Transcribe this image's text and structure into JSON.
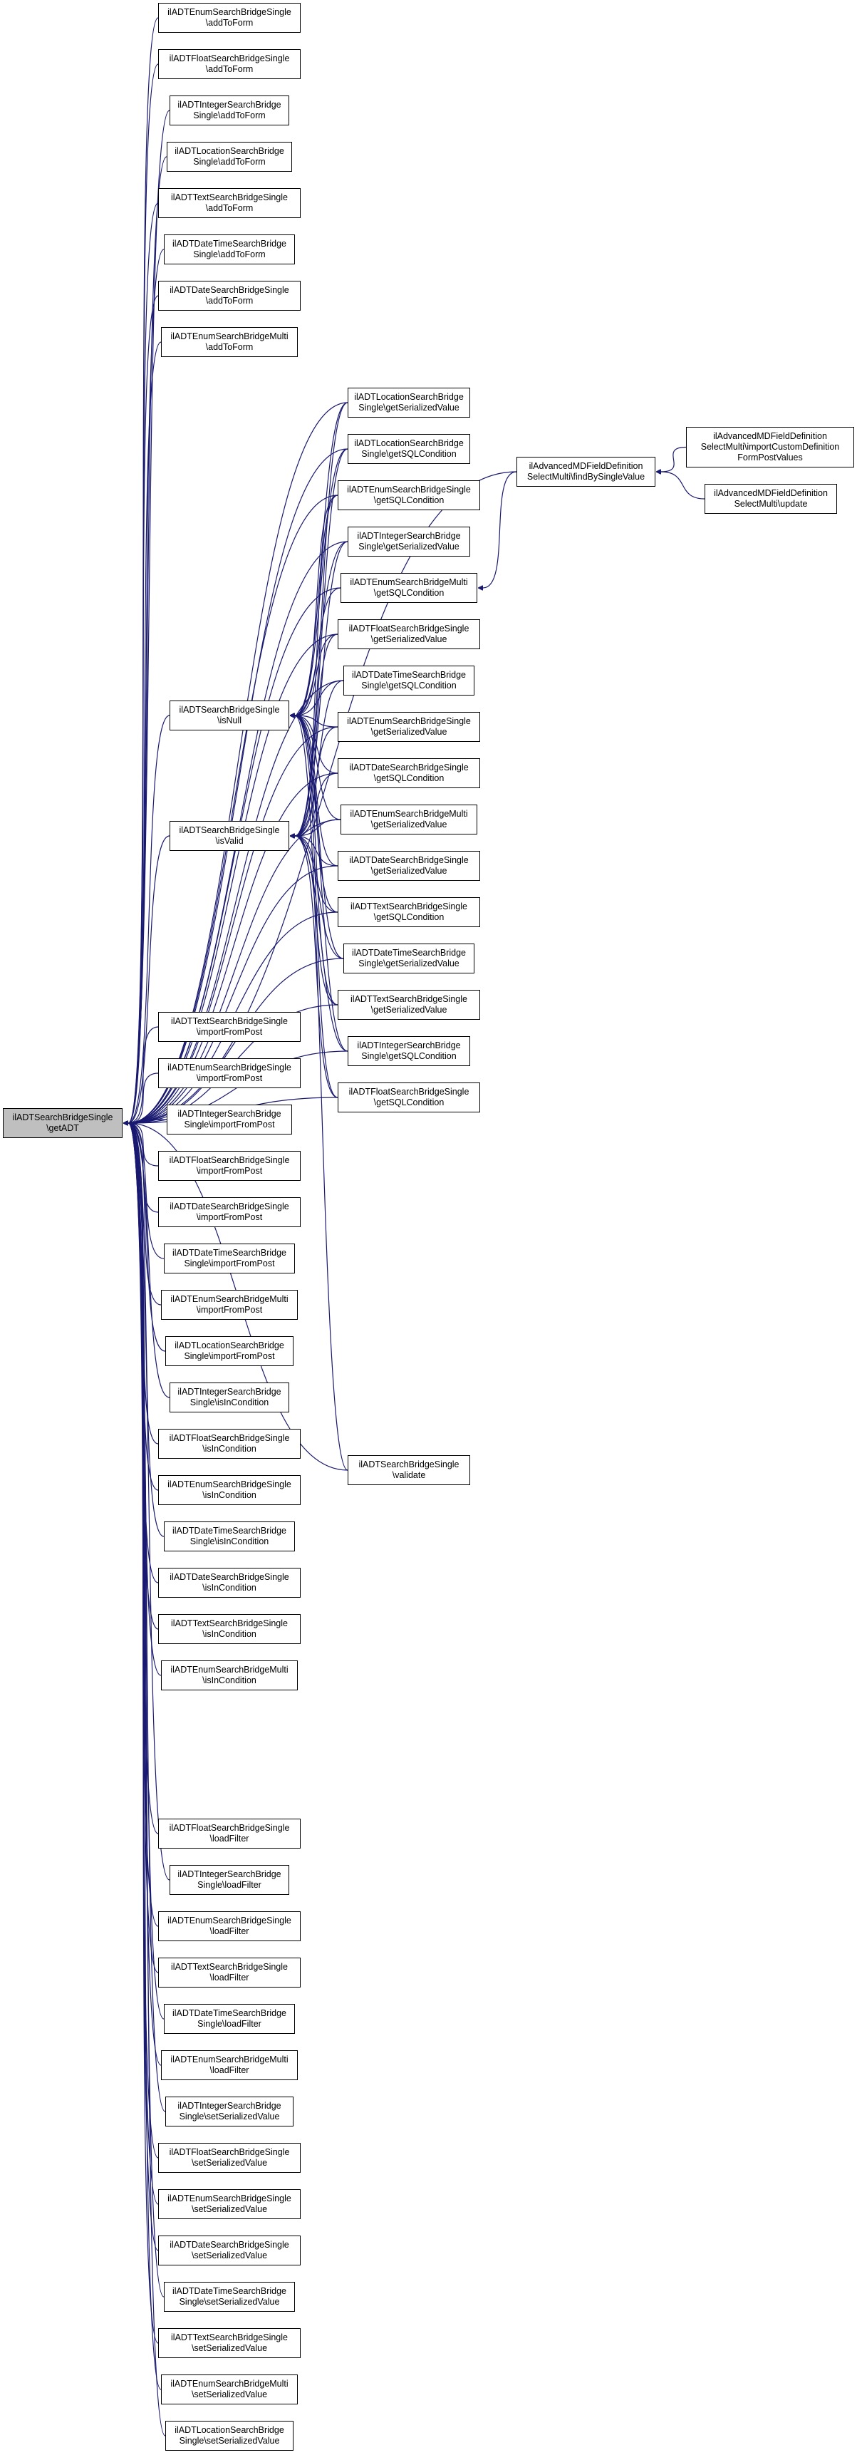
{
  "colors": {
    "edge": "#191970",
    "border": "#000000",
    "focus_fill": "#bfbfbf",
    "fill": "#ffffff"
  },
  "nodes": {
    "getadt": [
      "ilADTSearchBridgeSingle",
      "\\getADT"
    ],
    "isnull": [
      "ilADTSearchBridgeSingle",
      "\\isNull"
    ],
    "isvalid": [
      "ilADTSearchBridgeSingle",
      "\\isValid"
    ],
    "validate": [
      "ilADTSearchBridgeSingle",
      "\\validate"
    ],
    "findbysinglevalue": [
      "ilAdvancedMDFieldDefinition",
      "SelectMulti\\findBySingleValue"
    ],
    "importcustom": [
      "ilAdvancedMDFieldDefinition",
      "SelectMulti\\importCustomDefinition",
      "FormPostValues"
    ],
    "update": [
      "ilAdvancedMDFieldDefinition",
      "SelectMulti\\update"
    ],
    "addtoform_enum_single": [
      "ilADTEnumSearchBridgeSingle",
      "\\addToForm"
    ],
    "addtoform_float": [
      "ilADTFloatSearchBridgeSingle",
      "\\addToForm"
    ],
    "addtoform_integer": [
      "ilADTIntegerSearchBridge",
      "Single\\addToForm"
    ],
    "addtoform_location": [
      "ilADTLocationSearchBridge",
      "Single\\addToForm"
    ],
    "addtoform_text": [
      "ilADTTextSearchBridgeSingle",
      "\\addToForm"
    ],
    "addtoform_datetime": [
      "ilADTDateTimeSearchBridge",
      "Single\\addToForm"
    ],
    "addtoform_date": [
      "ilADTDateSearchBridgeSingle",
      "\\addToForm"
    ],
    "addtoform_enum_multi": [
      "ilADTEnumSearchBridgeMulti",
      "\\addToForm"
    ],
    "getser_location": [
      "ilADTLocationSearchBridge",
      "Single\\getSerializedValue"
    ],
    "getsql_location": [
      "ilADTLocationSearchBridge",
      "Single\\getSQLCondition"
    ],
    "getsql_enum_single": [
      "ilADTEnumSearchBridgeSingle",
      "\\getSQLCondition"
    ],
    "getser_integer": [
      "ilADTIntegerSearchBridge",
      "Single\\getSerializedValue"
    ],
    "getsql_enum_multi": [
      "ilADTEnumSearchBridgeMulti",
      "\\getSQLCondition"
    ],
    "getser_float": [
      "ilADTFloatSearchBridgeSingle",
      "\\getSerializedValue"
    ],
    "getsql_datetime": [
      "ilADTDateTimeSearchBridge",
      "Single\\getSQLCondition"
    ],
    "getser_enum_single": [
      "ilADTEnumSearchBridgeSingle",
      "\\getSerializedValue"
    ],
    "getsql_date": [
      "ilADTDateSearchBridgeSingle",
      "\\getSQLCondition"
    ],
    "getser_enum_multi": [
      "ilADTEnumSearchBridgeMulti",
      "\\getSerializedValue"
    ],
    "getser_date": [
      "ilADTDateSearchBridgeSingle",
      "\\getSerializedValue"
    ],
    "getsql_text": [
      "ilADTTextSearchBridgeSingle",
      "\\getSQLCondition"
    ],
    "getser_datetime": [
      "ilADTDateTimeSearchBridge",
      "Single\\getSerializedValue"
    ],
    "getser_text": [
      "ilADTTextSearchBridgeSingle",
      "\\getSerializedValue"
    ],
    "getsql_integer": [
      "ilADTIntegerSearchBridge",
      "Single\\getSQLCondition"
    ],
    "getsql_float": [
      "ilADTFloatSearchBridgeSingle",
      "\\getSQLCondition"
    ],
    "import_text": [
      "ilADTTextSearchBridgeSingle",
      "\\importFromPost"
    ],
    "import_enum_single": [
      "ilADTEnumSearchBridgeSingle",
      "\\importFromPost"
    ],
    "import_integer": [
      "ilADTIntegerSearchBridge",
      "Single\\importFromPost"
    ],
    "import_float": [
      "ilADTFloatSearchBridgeSingle",
      "\\importFromPost"
    ],
    "import_date": [
      "ilADTDateSearchBridgeSingle",
      "\\importFromPost"
    ],
    "import_datetime": [
      "ilADTDateTimeSearchBridge",
      "Single\\importFromPost"
    ],
    "import_enum_multi": [
      "ilADTEnumSearchBridgeMulti",
      "\\importFromPost"
    ],
    "import_location": [
      "ilADTLocationSearchBridge",
      "Single\\importFromPost"
    ],
    "isin_integer": [
      "ilADTIntegerSearchBridge",
      "Single\\isInCondition"
    ],
    "isin_float": [
      "ilADTFloatSearchBridgeSingle",
      "\\isInCondition"
    ],
    "isin_enum_single": [
      "ilADTEnumSearchBridgeSingle",
      "\\isInCondition"
    ],
    "isin_datetime": [
      "ilADTDateTimeSearchBridge",
      "Single\\isInCondition"
    ],
    "isin_date": [
      "ilADTDateSearchBridgeSingle",
      "\\isInCondition"
    ],
    "isin_text": [
      "ilADTTextSearchBridgeSingle",
      "\\isInCondition"
    ],
    "isin_enum_multi": [
      "ilADTEnumSearchBridgeMulti",
      "\\isInCondition"
    ],
    "load_float": [
      "ilADTFloatSearchBridgeSingle",
      "\\loadFilter"
    ],
    "load_integer": [
      "ilADTIntegerSearchBridge",
      "Single\\loadFilter"
    ],
    "load_enum_single": [
      "ilADTEnumSearchBridgeSingle",
      "\\loadFilter"
    ],
    "load_text": [
      "ilADTTextSearchBridgeSingle",
      "\\loadFilter"
    ],
    "load_datetime": [
      "ilADTDateTimeSearchBridge",
      "Single\\loadFilter"
    ],
    "load_enum_multi": [
      "ilADTEnumSearchBridgeMulti",
      "\\loadFilter"
    ],
    "setser_integer": [
      "ilADTIntegerSearchBridge",
      "Single\\setSerializedValue"
    ],
    "setser_float": [
      "ilADTFloatSearchBridgeSingle",
      "\\setSerializedValue"
    ],
    "setser_enum_single": [
      "ilADTEnumSearchBridgeSingle",
      "\\setSerializedValue"
    ],
    "setser_date": [
      "ilADTDateSearchBridgeSingle",
      "\\setSerializedValue"
    ],
    "setser_datetime": [
      "ilADTDateTimeSearchBridge",
      "Single\\setSerializedValue"
    ],
    "setser_text": [
      "ilADTTextSearchBridgeSingle",
      "\\setSerializedValue"
    ],
    "setser_enum_multi": [
      "ilADTEnumSearchBridgeMulti",
      "\\setSerializedValue"
    ],
    "setser_location": [
      "ilADTLocationSearchBridge",
      "Single\\setSerializedValue"
    ]
  },
  "edges": [
    [
      "findbysinglevalue",
      "importcustom"
    ],
    [
      "findbysinglevalue",
      "update"
    ],
    [
      "getsql_enum_multi",
      "findbysinglevalue"
    ],
    [
      "isnull",
      "getser_location"
    ],
    [
      "isnull",
      "getsql_location"
    ],
    [
      "isnull",
      "getsql_enum_single"
    ],
    [
      "isnull",
      "getser_integer"
    ],
    [
      "isnull",
      "getsql_enum_multi"
    ],
    [
      "isnull",
      "getser_float"
    ],
    [
      "isnull",
      "getsql_datetime"
    ],
    [
      "isnull",
      "getser_enum_single"
    ],
    [
      "isnull",
      "getsql_date"
    ],
    [
      "isnull",
      "getser_enum_multi"
    ],
    [
      "isnull",
      "getser_date"
    ],
    [
      "isnull",
      "getsql_text"
    ],
    [
      "isnull",
      "getser_datetime"
    ],
    [
      "isnull",
      "getser_text"
    ],
    [
      "isnull",
      "getsql_integer"
    ],
    [
      "isnull",
      "getsql_float"
    ],
    [
      "isnull",
      "validate"
    ],
    [
      "isvalid",
      "getser_location"
    ],
    [
      "isvalid",
      "getsql_location"
    ],
    [
      "isvalid",
      "getsql_enum_single"
    ],
    [
      "isvalid",
      "getser_integer"
    ],
    [
      "isvalid",
      "getser_float"
    ],
    [
      "isvalid",
      "getsql_datetime"
    ],
    [
      "isvalid",
      "getser_enum_single"
    ],
    [
      "isvalid",
      "getsql_date"
    ],
    [
      "isvalid",
      "getser_enum_multi"
    ],
    [
      "isvalid",
      "getser_date"
    ],
    [
      "isvalid",
      "getsql_text"
    ],
    [
      "isvalid",
      "getser_datetime"
    ],
    [
      "isvalid",
      "getser_text"
    ],
    [
      "isvalid",
      "getsql_integer"
    ],
    [
      "isvalid",
      "getsql_float"
    ],
    [
      "getadt",
      "addtoform_enum_single"
    ],
    [
      "getadt",
      "addtoform_float"
    ],
    [
      "getadt",
      "addtoform_integer"
    ],
    [
      "getadt",
      "addtoform_location"
    ],
    [
      "getadt",
      "addtoform_text"
    ],
    [
      "getadt",
      "addtoform_datetime"
    ],
    [
      "getadt",
      "addtoform_date"
    ],
    [
      "getadt",
      "addtoform_enum_multi"
    ],
    [
      "getadt",
      "findbysinglevalue"
    ],
    [
      "getadt",
      "getser_location"
    ],
    [
      "getadt",
      "getsql_location"
    ],
    [
      "getadt",
      "getsql_enum_single"
    ],
    [
      "getadt",
      "getser_integer"
    ],
    [
      "getadt",
      "getsql_enum_multi"
    ],
    [
      "getadt",
      "getser_float"
    ],
    [
      "getadt",
      "getsql_datetime"
    ],
    [
      "getadt",
      "getser_enum_single"
    ],
    [
      "getadt",
      "getsql_date"
    ],
    [
      "getadt",
      "getser_enum_multi"
    ],
    [
      "getadt",
      "getser_date"
    ],
    [
      "getadt",
      "getsql_text"
    ],
    [
      "getadt",
      "getser_datetime"
    ],
    [
      "getadt",
      "getser_text"
    ],
    [
      "getadt",
      "getsql_integer"
    ],
    [
      "getadt",
      "getsql_float"
    ],
    [
      "getadt",
      "isnull"
    ],
    [
      "getadt",
      "isvalid"
    ],
    [
      "getadt",
      "import_text"
    ],
    [
      "getadt",
      "import_enum_single"
    ],
    [
      "getadt",
      "import_integer"
    ],
    [
      "getadt",
      "import_float"
    ],
    [
      "getadt",
      "import_date"
    ],
    [
      "getadt",
      "import_datetime"
    ],
    [
      "getadt",
      "import_enum_multi"
    ],
    [
      "getadt",
      "import_location"
    ],
    [
      "getadt",
      "isin_integer"
    ],
    [
      "getadt",
      "isin_float"
    ],
    [
      "getadt",
      "isin_enum_single"
    ],
    [
      "getadt",
      "isin_datetime"
    ],
    [
      "getadt",
      "isin_date"
    ],
    [
      "getadt",
      "isin_text"
    ],
    [
      "getadt",
      "isin_enum_multi"
    ],
    [
      "getadt",
      "validate"
    ],
    [
      "getadt",
      "load_float"
    ],
    [
      "getadt",
      "load_integer"
    ],
    [
      "getadt",
      "load_enum_single"
    ],
    [
      "getadt",
      "load_text"
    ],
    [
      "getadt",
      "load_datetime"
    ],
    [
      "getadt",
      "load_enum_multi"
    ],
    [
      "getadt",
      "setser_integer"
    ],
    [
      "getadt",
      "setser_float"
    ],
    [
      "getadt",
      "setser_enum_single"
    ],
    [
      "getadt",
      "setser_date"
    ],
    [
      "getadt",
      "setser_datetime"
    ],
    [
      "getadt",
      "setser_text"
    ],
    [
      "getadt",
      "setser_enum_multi"
    ],
    [
      "getadt",
      "setser_location"
    ]
  ]
}
